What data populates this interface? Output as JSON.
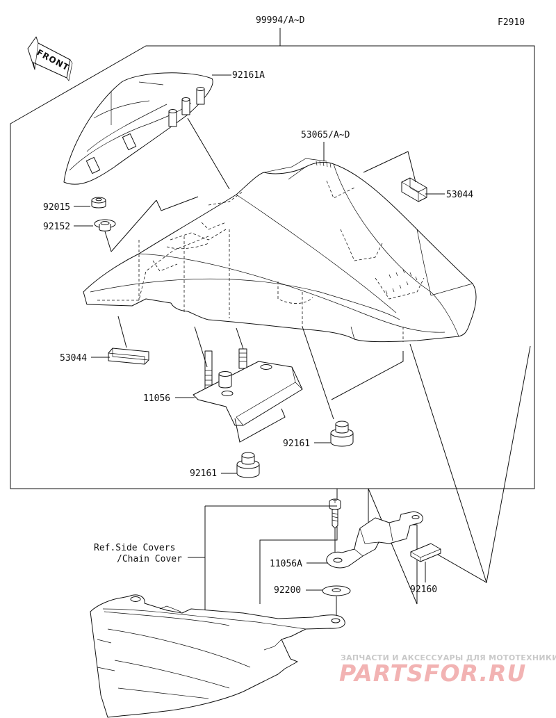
{
  "figure": {
    "code": "F2910",
    "assembly_label": "99994/A~D",
    "front_label": "FRONT"
  },
  "parts": {
    "cowl_top": "92161A",
    "grommet_nut": "92015",
    "collar": "92152",
    "seat_cover": "53065/A~D",
    "clip_right": "53044",
    "clip_left": "53044",
    "bracket": "11056",
    "damper_right": "92161",
    "damper_left": "92161",
    "bracket_lower": "11056A",
    "washer": "92200",
    "pad": "92160"
  },
  "reference": {
    "line1": "Ref.Side Covers",
    "line2": "/Chain Cover"
  },
  "watermark": {
    "line1": "ЗАПЧАСТИ И АКСЕССУАРЫ ДЛЯ МОТОТЕХНИКИ",
    "line2": "PARTSFOR.RU"
  }
}
